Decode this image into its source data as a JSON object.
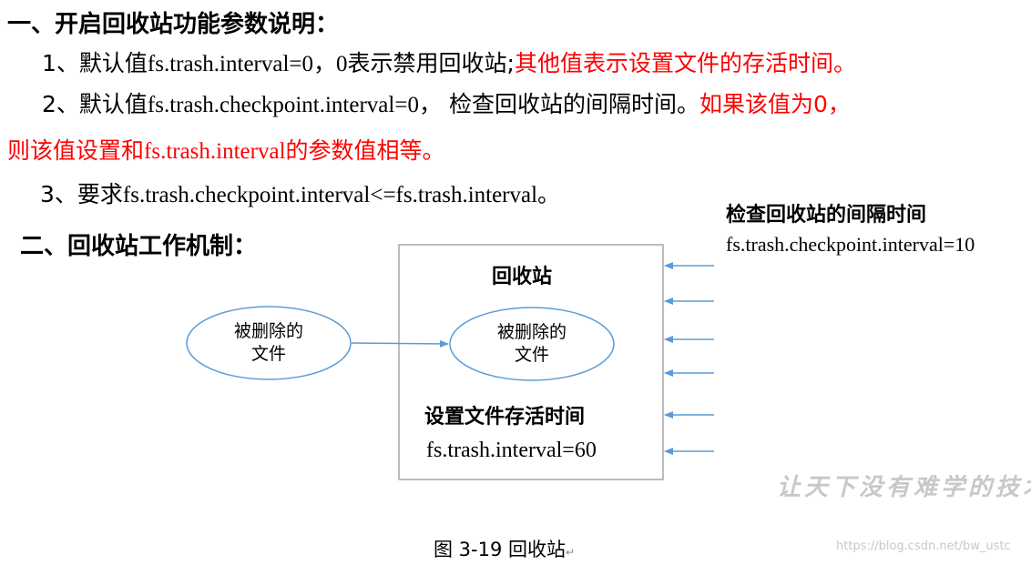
{
  "section1": {
    "title": "一、开启回收站功能参数说明：",
    "item1": {
      "prefix": "1、默认值",
      "param": "fs.trash.interval=0，0",
      "desc": "表示禁用回收站;",
      "red": "其他值表示设置文件的存活时间。"
    },
    "item2": {
      "prefix": "2、默认值",
      "param": "fs.trash.checkpoint.interval=0，",
      "desc": "检查回收站的间隔时间。",
      "red1": "如果该值为0，",
      "red2a": "则该值设置和",
      "red2b": "fs.trash.interval",
      "red2c": "的参数值相等。"
    },
    "item3": {
      "prefix": "3、要求",
      "param": "fs.trash.checkpoint.interval<=fs.trash.interval",
      "suffix": "。"
    }
  },
  "section2": {
    "title": "二、回收站工作机制："
  },
  "diagram": {
    "recycle_bin_title": "回收站",
    "deleted_file_outside": [
      "被删除的",
      "文件"
    ],
    "deleted_file_inside": [
      "被删除的",
      "文件"
    ],
    "lifetime_label": "设置文件存活时间",
    "lifetime_param": "fs.trash.interval=60",
    "check_label": "检查回收站的间隔时间",
    "check_param": "fs.trash.checkpoint.interval=10",
    "check_arrow_count": 6
  },
  "watermark": "让天下没有难学的技术",
  "caption": {
    "text": "图 3-19  回收站",
    "mark": "↵"
  },
  "url_watermark": "https://blog.csdn.net/bw_ustc",
  "colors": {
    "red": "#ff0000",
    "ellipse_stroke": "#5b9bd5",
    "arrow": "#5b9bd5",
    "box_stroke": "#a6a6a6",
    "watermark": "#c8c8c8"
  }
}
